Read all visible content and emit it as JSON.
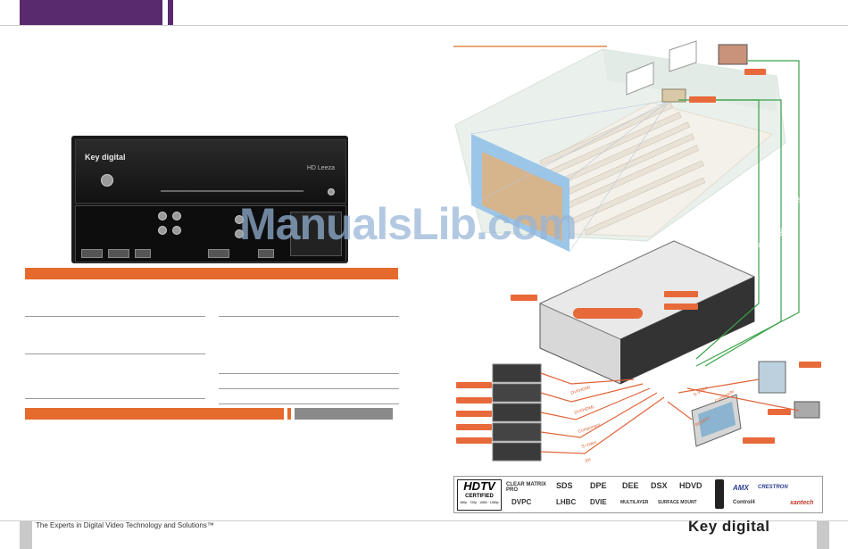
{
  "footer": {
    "tagline": "The Experts in Digital Video Technology and Solutions™",
    "brand": "Key digital"
  },
  "watermark": {
    "text": "ManualsLib.com"
  },
  "product": {
    "brand_label": "Key digital",
    "model_label": "HD Leeza"
  },
  "diagram": {
    "cable_labels": [
      "RGBHV/Component",
      "DVI/HDMI",
      "S-Video",
      "Composite",
      "RGBHV"
    ],
    "rack_labels": [
      "DVI/HDMI",
      "DVI/HDMI",
      "Component",
      "S-Video",
      "IDI"
    ]
  },
  "certifications": {
    "hdtv": "HDTV",
    "certified": "CERTIFIED",
    "hdtv_sub": "480p · 720p · 1080i · 1080p",
    "items": [
      "CLEAR MATRIX PRO",
      "SDS",
      "DPE",
      "DEE",
      "DSX",
      "HDVD",
      "DVPC",
      "LHBC",
      "DVIE",
      "MULTILAYER",
      "SURFACE MOUNT"
    ],
    "control_brands": [
      "AMX",
      "CRESTRON",
      "Control4",
      "xantech"
    ]
  },
  "colors": {
    "accent_orange": "#e56a2e",
    "header_purple": "#5a2a6e",
    "cable_green": "#3aa24a",
    "cable_red": "#e0653a"
  }
}
